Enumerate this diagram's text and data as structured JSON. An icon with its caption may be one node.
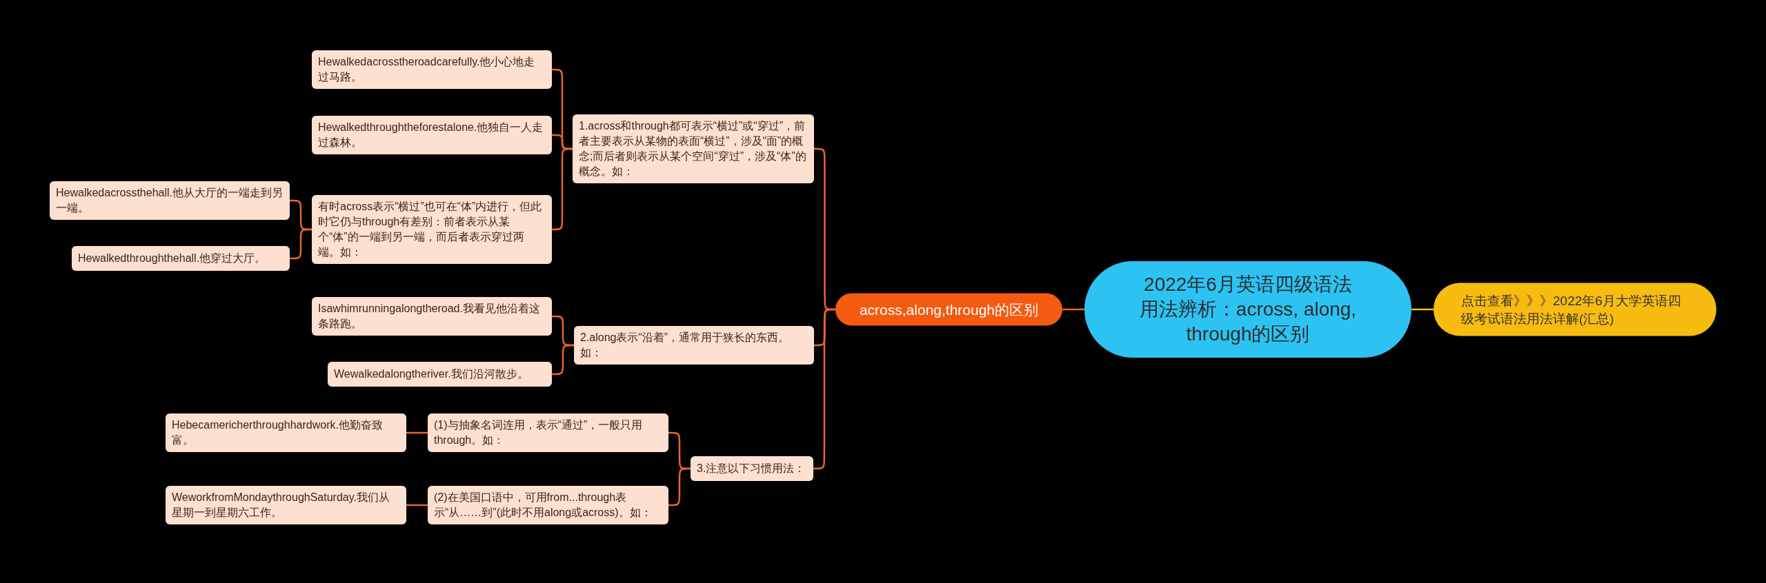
{
  "diagram": {
    "nodes": [
      {
        "text": [
          "2022年6月英语四级语法用法辨析：across, along, through的区别"
        ]
      },
      {
        "text": [
          "点击查看》》》2022年6月大学英语四级考试语法用法详解(汇总)"
        ]
      },
      {
        "text": [
          "across,along,through的区别"
        ]
      },
      {
        "text": [
          "1.across和through都可表示“横过”或“穿过”，前者主要表示从某物的表面“横过”，涉及“面”的概念;而后者则表示从某个空间“穿过”，涉及“体”的概念。如："
        ]
      },
      {
        "text": [
          "Hewalkedacrosstheroadcarefully.他小心地走过马路。"
        ]
      },
      {
        "text": [
          "Hewalkedthroughtheforestalone.他独自一人走过森林。"
        ]
      },
      {
        "text": [
          "有时across表示“横过”也可在“体”内进行，但此时它仍与through有差别：前者表示从某个“体”的一端到另一端，而后者表示穿过两端。如："
        ]
      },
      {
        "text": [
          "Hewalkedacrossthehall.他从大厅的一端走到另一端。"
        ]
      },
      {
        "text": [
          "Hewalkedthroughthehall.他穿过大厅。"
        ]
      },
      {
        "text": [
          "2.along表示“沿着”，通常用于狭长的东西。如："
        ]
      },
      {
        "text": [
          "Isawhimrunningalongtheroad.我看见他沿着这条路跑。"
        ]
      },
      {
        "text": [
          "Wewalkedalongtheriver.我们沿河散步。"
        ]
      },
      {
        "text": [
          "3.注意以下习惯用法："
        ]
      },
      {
        "text": [
          "(1)与抽象名词连用，表示“通过”，一般只用through。如："
        ]
      },
      {
        "text": [
          "Hebecamericherthroughhardwork.他勤奋致富。"
        ]
      },
      {
        "text": [
          "(2)在美国口语中，可用from...through表示“从……到”(此时不用along或across)。如："
        ]
      },
      {
        "text": [
          "WeworkfromMondaythroughSaturday.我们从星期一到星期六工作。"
        ]
      }
    ],
    "edges": [
      {
        "from": 0,
        "to": 1,
        "arrow": "none",
        "color": "#f5be16"
      },
      {
        "from": 0,
        "to": 2,
        "arrow": "none"
      },
      {
        "from": 2,
        "to": 3,
        "arrow": "none"
      },
      {
        "from": 3,
        "to": 4,
        "arrow": "none"
      },
      {
        "from": 3,
        "to": 5,
        "arrow": "none"
      },
      {
        "from": 3,
        "to": 6,
        "arrow": "none"
      },
      {
        "from": 6,
        "to": 7,
        "arrow": "none"
      },
      {
        "from": 6,
        "to": 8,
        "arrow": "none"
      },
      {
        "from": 2,
        "to": 9,
        "arrow": "none"
      },
      {
        "from": 9,
        "to": 10,
        "arrow": "none"
      },
      {
        "from": 9,
        "to": 11,
        "arrow": "none"
      },
      {
        "from": 2,
        "to": 12,
        "arrow": "none"
      },
      {
        "from": 12,
        "to": 13,
        "arrow": "none"
      },
      {
        "from": 13,
        "to": 14,
        "arrow": "none"
      },
      {
        "from": 12,
        "to": 15,
        "arrow": "none"
      },
      {
        "from": 15,
        "to": 16,
        "arrow": "none"
      }
    ]
  }
}
